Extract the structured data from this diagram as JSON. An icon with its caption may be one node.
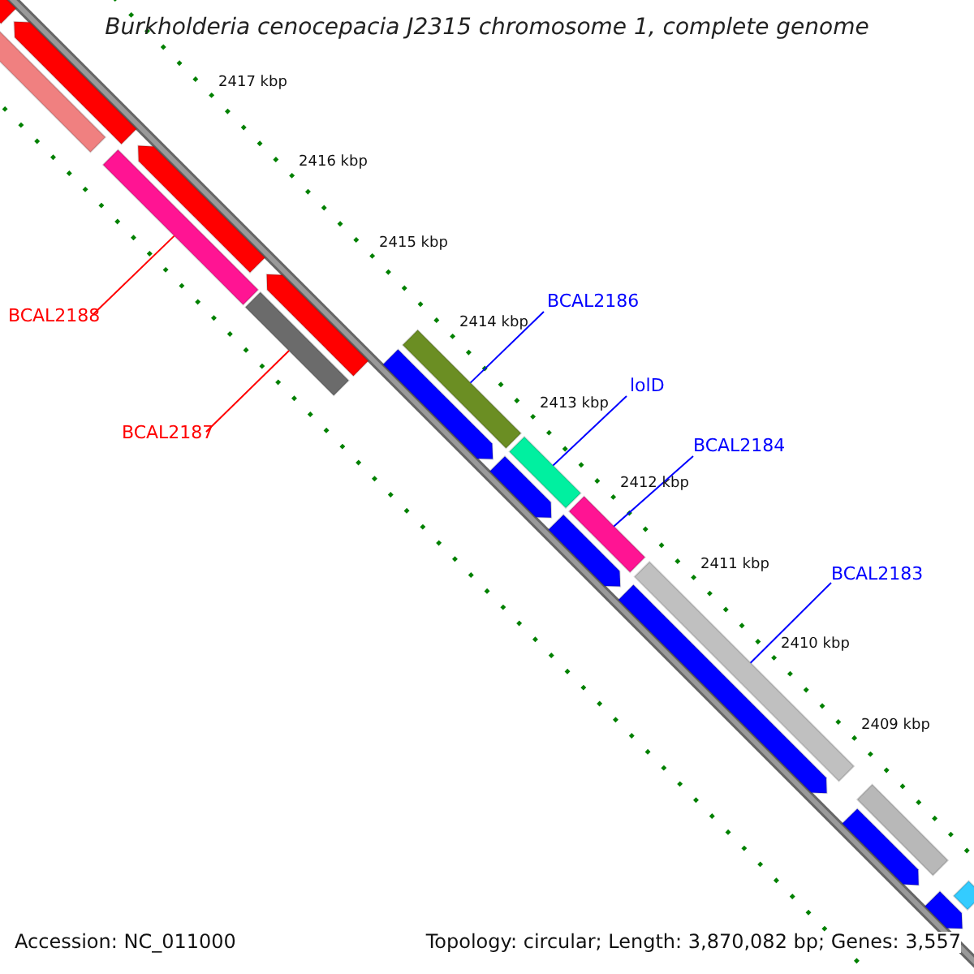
{
  "diagram": {
    "title": "Burkholderia cenocepacia J2315 chromosome 1, complete genome",
    "nodes": [
      {
        "text": [
          "BCAL2188"
        ]
      },
      {
        "text": [],
        "shape": "bar"
      },
      {
        "text": [
          "BCAL2187"
        ]
      },
      {
        "text": [],
        "shape": "bar"
      },
      {
        "text": [
          "BCAL2186"
        ]
      },
      {
        "text": [],
        "shape": "bar"
      },
      {
        "text": [
          "lolD"
        ]
      },
      {
        "text": [],
        "shape": "bar"
      },
      {
        "text": [
          "BCAL2184"
        ]
      },
      {
        "text": [],
        "shape": "bar"
      },
      {
        "text": [
          "BCAL2183"
        ]
      },
      {
        "text": [],
        "shape": "bar"
      },
      {
        "text": [],
        "shape": "pentagon"
      },
      {
        "text": [],
        "shape": "pentagon"
      },
      {
        "text": [],
        "shape": "bar"
      },
      {
        "text": [],
        "shape": "pentagon"
      },
      {
        "text": [],
        "shape": "pentagon"
      },
      {
        "text": [],
        "shape": "pentagon"
      },
      {
        "text": [],
        "shape": "pentagon"
      },
      {
        "text": [],
        "shape": "pentagon"
      },
      {
        "text": [],
        "shape": "pentagon"
      },
      {
        "text": [],
        "shape": "pentagon"
      },
      {
        "text": [],
        "shape": "bar"
      },
      {
        "text": [],
        "shape": "pentagon"
      },
      {
        "text": [],
        "shape": "bar"
      }
    ],
    "edges": [
      {
        "from": 0,
        "to": 1,
        "arrow": "none",
        "color": "#ff0000"
      },
      {
        "from": 2,
        "to": 3,
        "arrow": "none",
        "color": "#ff0000"
      },
      {
        "from": 4,
        "to": 5,
        "arrow": "none"
      },
      {
        "from": 6,
        "to": 7,
        "arrow": "none"
      },
      {
        "from": 8,
        "to": 9,
        "arrow": "none"
      },
      {
        "from": 10,
        "to": 11,
        "arrow": "none"
      }
    ],
    "labels": [
      "2417 kbp",
      "2416 kbp",
      "2415 kbp",
      "2414 kbp",
      "2413 kbp",
      "2412 kbp",
      "2411 kbp",
      "2410 kbp",
      "2409 kbp",
      "Accession: NC_011000",
      "Topology: circular; Length: 3,870,082 bp; Genes: 3,557"
    ]
  }
}
